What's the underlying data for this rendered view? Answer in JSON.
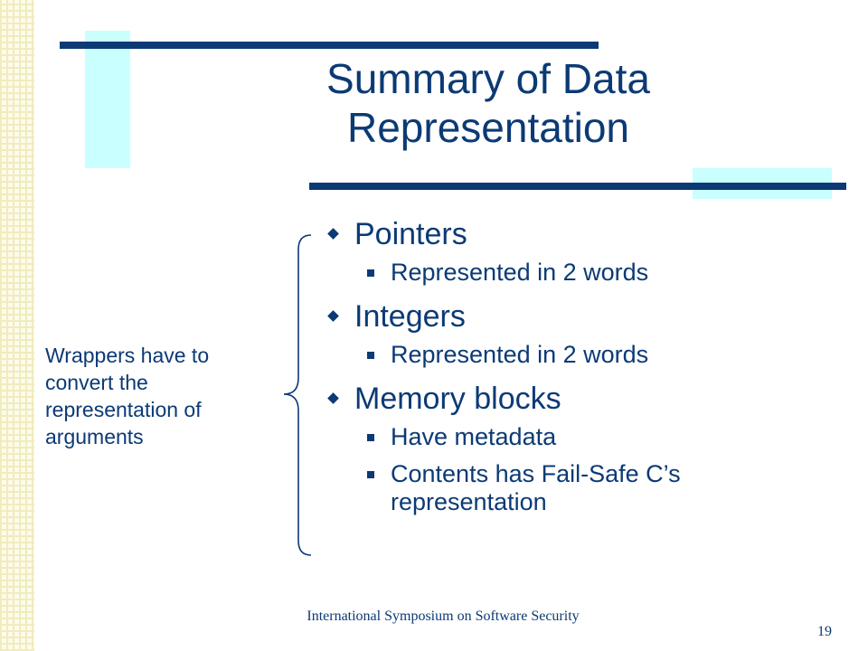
{
  "slide": {
    "title": "Summary of Data Representation",
    "bullets": [
      {
        "label": "Pointers",
        "subs": [
          "Represented in 2 words"
        ]
      },
      {
        "label": "Integers",
        "subs": [
          "Represented in 2 words"
        ]
      },
      {
        "label": "Memory blocks",
        "subs": [
          "Have metadata",
          "Contents has Fail-Safe C’s representation"
        ]
      }
    ],
    "note": "Wrappers have to convert the representation of arguments",
    "footer": "International Symposium on Software Security",
    "page_number": "19"
  },
  "colors": {
    "title_text": "#0b3a75",
    "accent_block": "#c9ffff",
    "rule": "#0b3a75"
  }
}
